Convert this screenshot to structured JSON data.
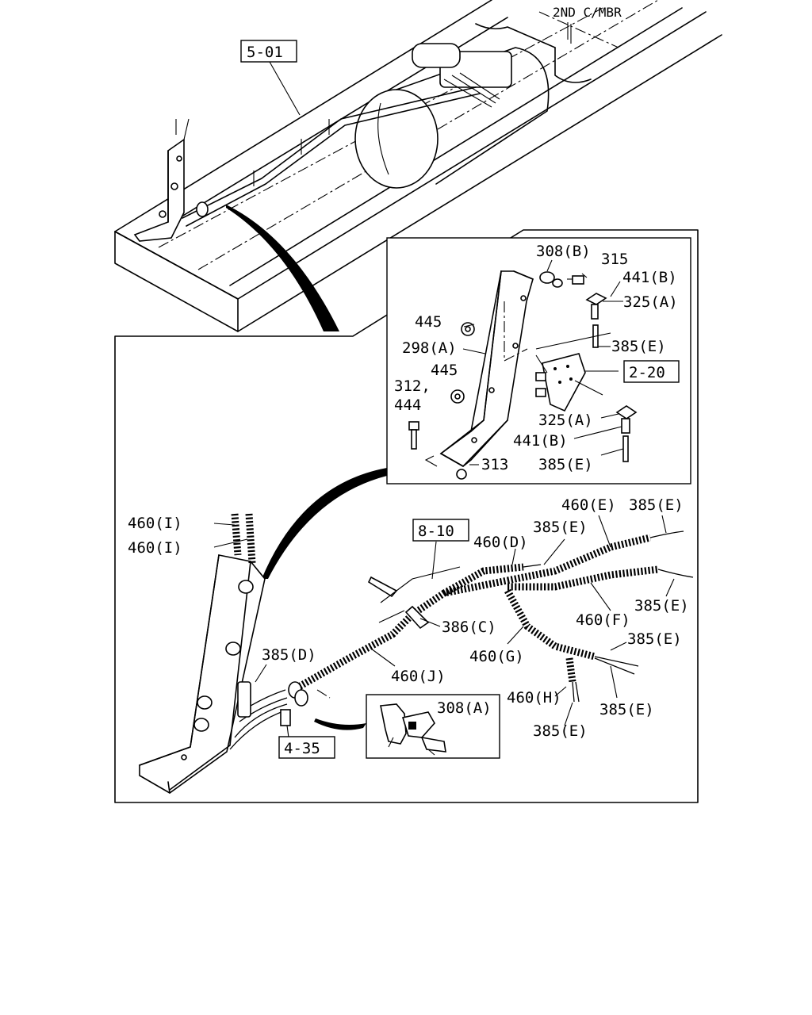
{
  "header_label": "2ND C/MBR",
  "references": {
    "top": "5-01",
    "inset_plate": "2-20",
    "harness": "8-10",
    "clip": "4-35"
  },
  "parts": {
    "p308b": "308(B)",
    "p315": "315",
    "p441b_top": "441(B)",
    "p325a_top": "325(A)",
    "p445_top": "445",
    "p298a": "298(A)",
    "p385e_inset1": "385(E)",
    "p445_mid": "445",
    "p312": "312,",
    "p444": "444",
    "p325a_bot": "325(A)",
    "p441b_bot": "441(B)",
    "p313": "313",
    "p385e_inset2": "385(E)",
    "p460i_1": "460(I)",
    "p460i_2": "460(I)",
    "p460e": "460(E)",
    "p385e_a": "385(E)",
    "p385e_b": "385(E)",
    "p460d": "460(D)",
    "p385e_c": "385(E)",
    "p386c": "386(C)",
    "p460f": "460(F)",
    "p385e_d": "385(E)",
    "p460g": "460(G)",
    "p385d": "385(D)",
    "p460j": "460(J)",
    "p308a": "308(A)",
    "p460h": "460(H)",
    "p385e_e": "385(E)",
    "p385e_f": "385(E)"
  }
}
